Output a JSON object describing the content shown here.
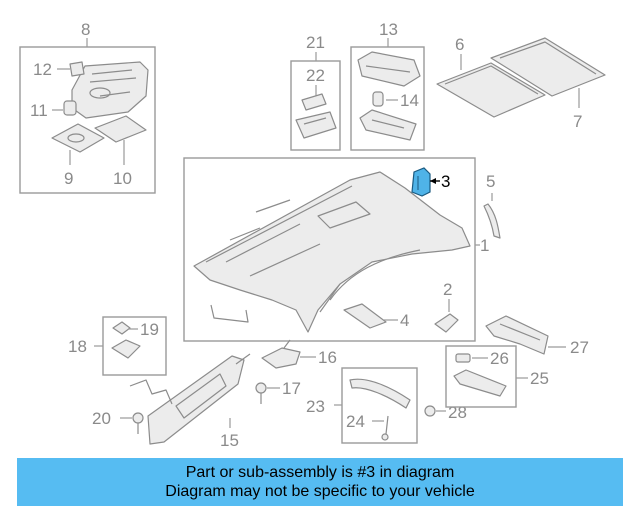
{
  "banner": {
    "line1": "Part or sub-assembly is #3 in diagram",
    "line2": "Diagram may not be specific to your vehicle",
    "color": "#56bcf2"
  },
  "highlight": {
    "part": "3",
    "color": "#4fb3e8"
  },
  "callouts": {
    "c1": "1",
    "c2": "2",
    "c3": "3",
    "c4": "4",
    "c5": "5",
    "c6": "6",
    "c7": "7",
    "c8": "8",
    "c9": "9",
    "c10": "10",
    "c11": "11",
    "c12": "12",
    "c13": "13",
    "c14": "14",
    "c15": "15",
    "c16": "16",
    "c17": "17",
    "c18": "18",
    "c19": "19",
    "c20": "20",
    "c21": "21",
    "c22": "22",
    "c23": "23",
    "c24": "24",
    "c25": "25",
    "c26": "26",
    "c27": "27",
    "c28": "28"
  }
}
